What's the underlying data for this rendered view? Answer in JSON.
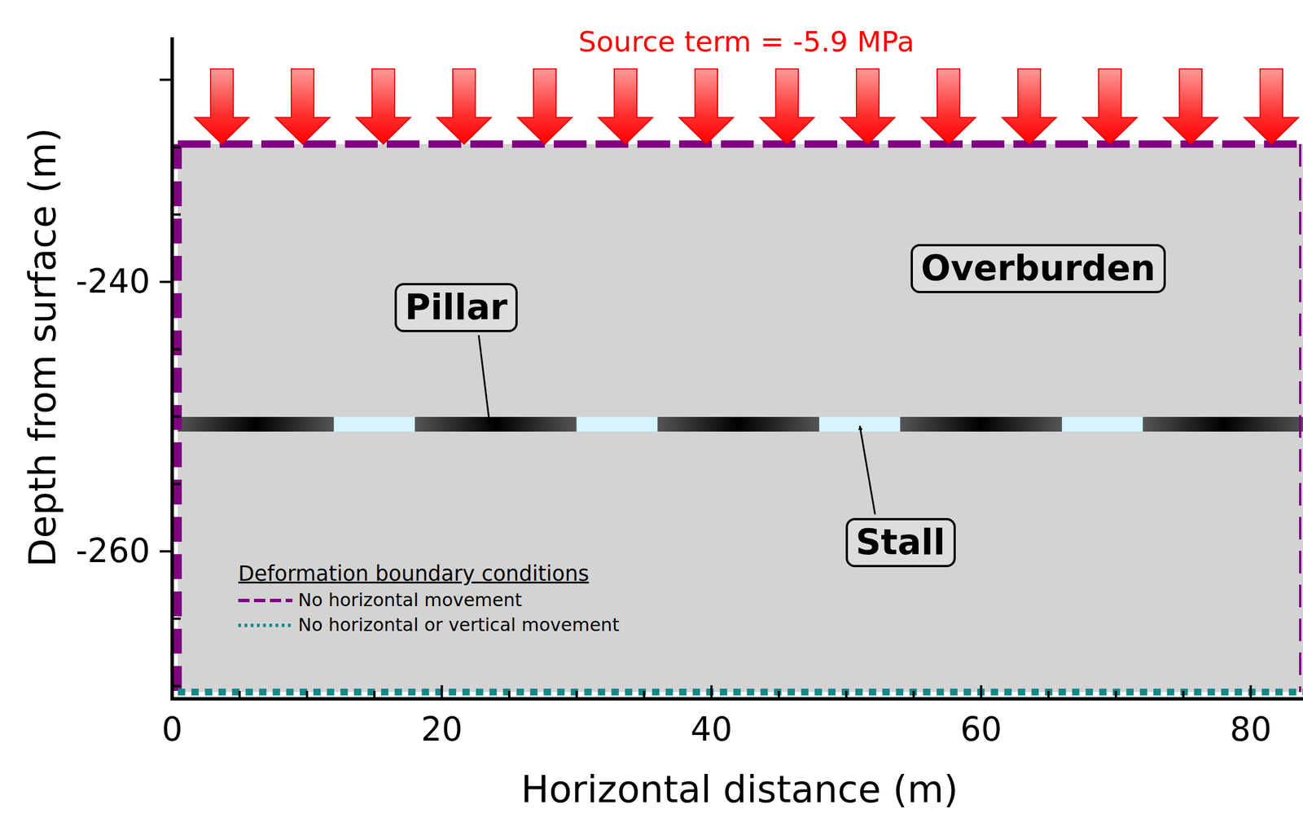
{
  "diagram": {
    "nodes": [
      {
        "text": [
          "Overburden"
        ]
      },
      {
        "text": [
          "Pillar"
        ]
      },
      {
        "text": [
          "Stall"
        ]
      }
    ],
    "labels": [
      "Source term = -5.9 MPa",
      "Depth from surface (m)",
      "-240",
      "-260",
      "Horizontal distance (m)",
      "0",
      "20",
      "40",
      "60",
      "80",
      "Deformation boundary conditions"
    ],
    "legend": [
      {
        "text": "No horizontal movement"
      },
      {
        "text": "No horizontal or vertical movement"
      }
    ]
  }
}
